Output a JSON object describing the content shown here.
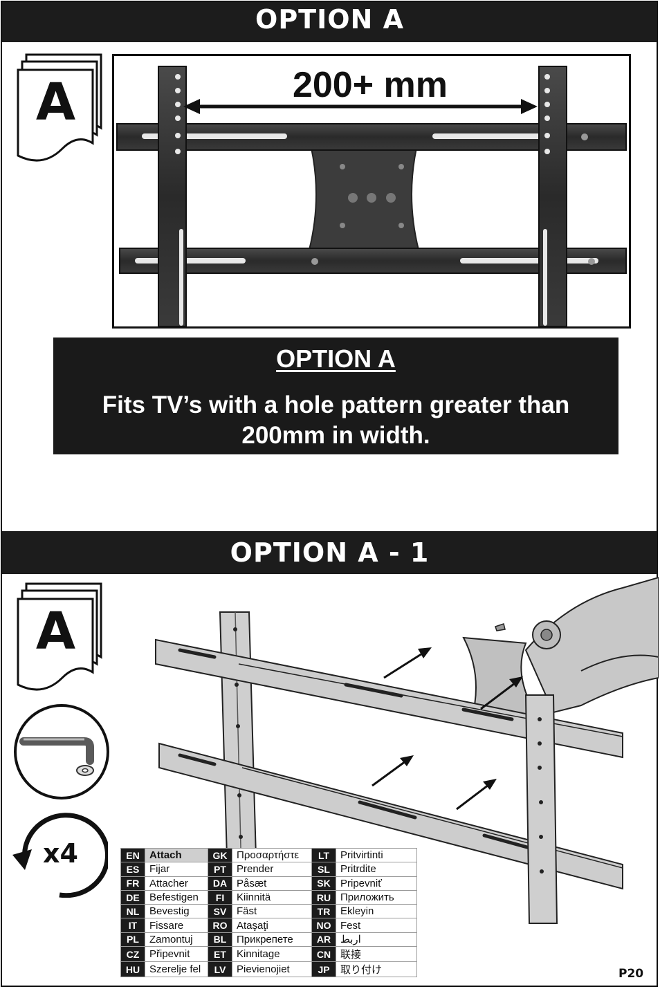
{
  "sections": {
    "top_banner": "OPTION A",
    "mid_banner": "OPTION A - 1"
  },
  "badges": {
    "top_letter": "A",
    "bottom_letter": "A"
  },
  "diagram": {
    "dimension_label": "200+ mm"
  },
  "info_box": {
    "title": "OPTION A",
    "description": "Fits TV’s with a hole pattern greater than 200mm in width."
  },
  "repeat": {
    "count": "x4"
  },
  "languages": [
    [
      {
        "code": "EN",
        "word": "Attach"
      },
      {
        "code": "GK",
        "word": "Προσαρτήστε"
      },
      {
        "code": "LT",
        "word": "Pritvirtinti"
      }
    ],
    [
      {
        "code": "ES",
        "word": "Fijar"
      },
      {
        "code": "PT",
        "word": "Prender"
      },
      {
        "code": "SL",
        "word": "Pritrdite"
      }
    ],
    [
      {
        "code": "FR",
        "word": "Attacher"
      },
      {
        "code": "DA",
        "word": "Påsæt"
      },
      {
        "code": "SK",
        "word": "Pripevniť"
      }
    ],
    [
      {
        "code": "DE",
        "word": "Befestigen"
      },
      {
        "code": "FI",
        "word": "Kiinnitä"
      },
      {
        "code": "RU",
        "word": "Приложить"
      }
    ],
    [
      {
        "code": "NL",
        "word": "Bevestig"
      },
      {
        "code": "SV",
        "word": "Fäst"
      },
      {
        "code": "TR",
        "word": "Ekleyin"
      }
    ],
    [
      {
        "code": "IT",
        "word": "Fissare"
      },
      {
        "code": "RO",
        "word": "Ataşaţi"
      },
      {
        "code": "NO",
        "word": "Fest"
      }
    ],
    [
      {
        "code": "PL",
        "word": "Zamontuj"
      },
      {
        "code": "BL",
        "word": "Прикрепете"
      },
      {
        "code": "AR",
        "word": "اربط"
      }
    ],
    [
      {
        "code": "CZ",
        "word": "Připevnit"
      },
      {
        "code": "ET",
        "word": "Kinnitage"
      },
      {
        "code": "CN",
        "word": "联接"
      }
    ],
    [
      {
        "code": "HU",
        "word": "Szerelje fel"
      },
      {
        "code": "LV",
        "word": "Pievienojiet"
      },
      {
        "code": "JP",
        "word": "取り付け"
      }
    ]
  ],
  "footer": {
    "page_number": "P20"
  }
}
